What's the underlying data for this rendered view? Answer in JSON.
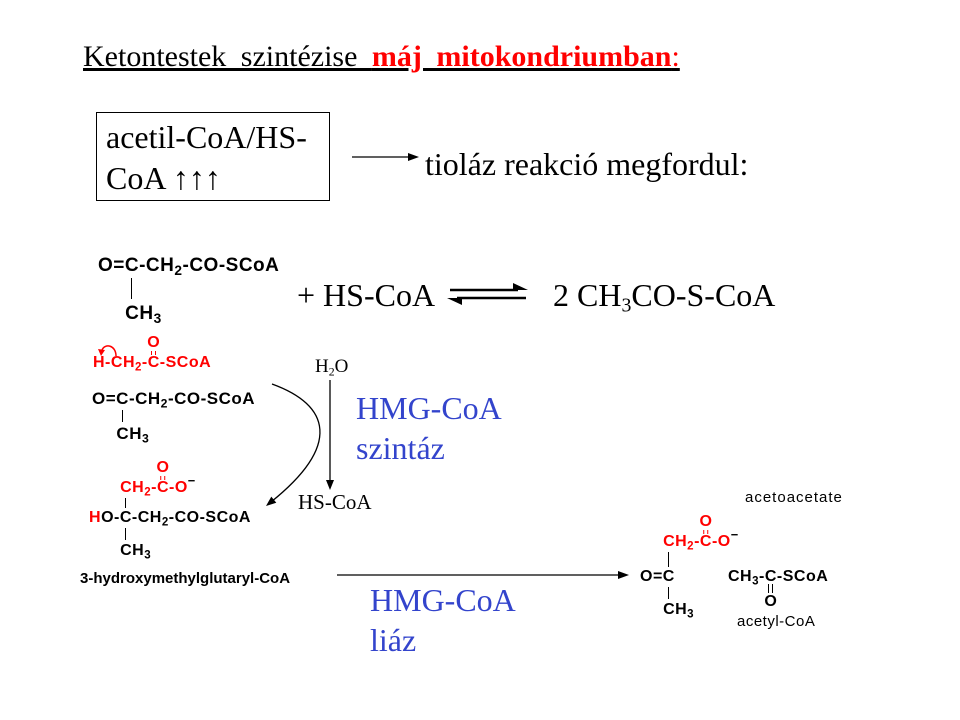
{
  "title": {
    "text": "Ketontestek szintézise ",
    "highlight": "máj mitokondriumban",
    "suffix": ":"
  },
  "condition_box": {
    "line1": "acetil-CoA/HS-",
    "line2": "CoA ↑↑↑"
  },
  "thiolase_note": "tioláz reakció megfordul:",
  "thiolase_reaction": {
    "substrate": {
      "line": [
        "O=",
        "C",
        "-CH",
        "2",
        "-CO-SCoA"
      ],
      "methyl": [
        "CH",
        "3"
      ]
    },
    "cosubstrate": "+ HS-CoA",
    "product": [
      "2 CH",
      "3",
      "CO-S-CoA"
    ]
  },
  "hmg_synthase_step": {
    "acetyl_coa": {
      "line": [
        "H-CH",
        "2",
        "-",
        "C",
        "-SCoA"
      ],
      "carbonyl_o": "O"
    },
    "acetoacetyl_coa": {
      "line": [
        "O=",
        "C",
        "-CH",
        "2",
        "-CO-SCoA"
      ],
      "methyl": [
        "CH",
        "3"
      ]
    },
    "water": [
      "H",
      "2",
      "O"
    ],
    "released": "HS-CoA",
    "enzyme": [
      "HMG-CoA",
      "szintáz"
    ]
  },
  "hmg_coa": {
    "line": [
      "H",
      "O-",
      "C",
      "-CH",
      "2",
      "-CO-SCoA"
    ],
    "carboxyl": [
      "CH",
      "2",
      "-",
      "C",
      "-O",
      "−"
    ],
    "carbonyl_o": "O",
    "methyl": [
      "CH",
      "3"
    ],
    "name": "3-hydroxymethylglutaryl-CoA"
  },
  "hmg_lyase_step": {
    "enzyme": [
      "HMG-CoA",
      "liáz"
    ]
  },
  "products": {
    "acetoacetate": {
      "name": "acetoacetate",
      "line": [
        "O=",
        "C"
      ],
      "carboxyl": [
        "CH",
        "2",
        "-",
        "C",
        "-O",
        "−"
      ],
      "carbonyl_o": "O",
      "methyl": [
        "CH",
        "3"
      ]
    },
    "acetyl_coa": {
      "name": "acetyl-CoA",
      "line": [
        "CH",
        "3",
        "-",
        "C",
        "-SCoA"
      ],
      "carbonyl_o": "O"
    }
  },
  "colors": {
    "highlight_red": "#ff0000",
    "enzyme_blue": "#3344cc",
    "text": "#000000"
  }
}
